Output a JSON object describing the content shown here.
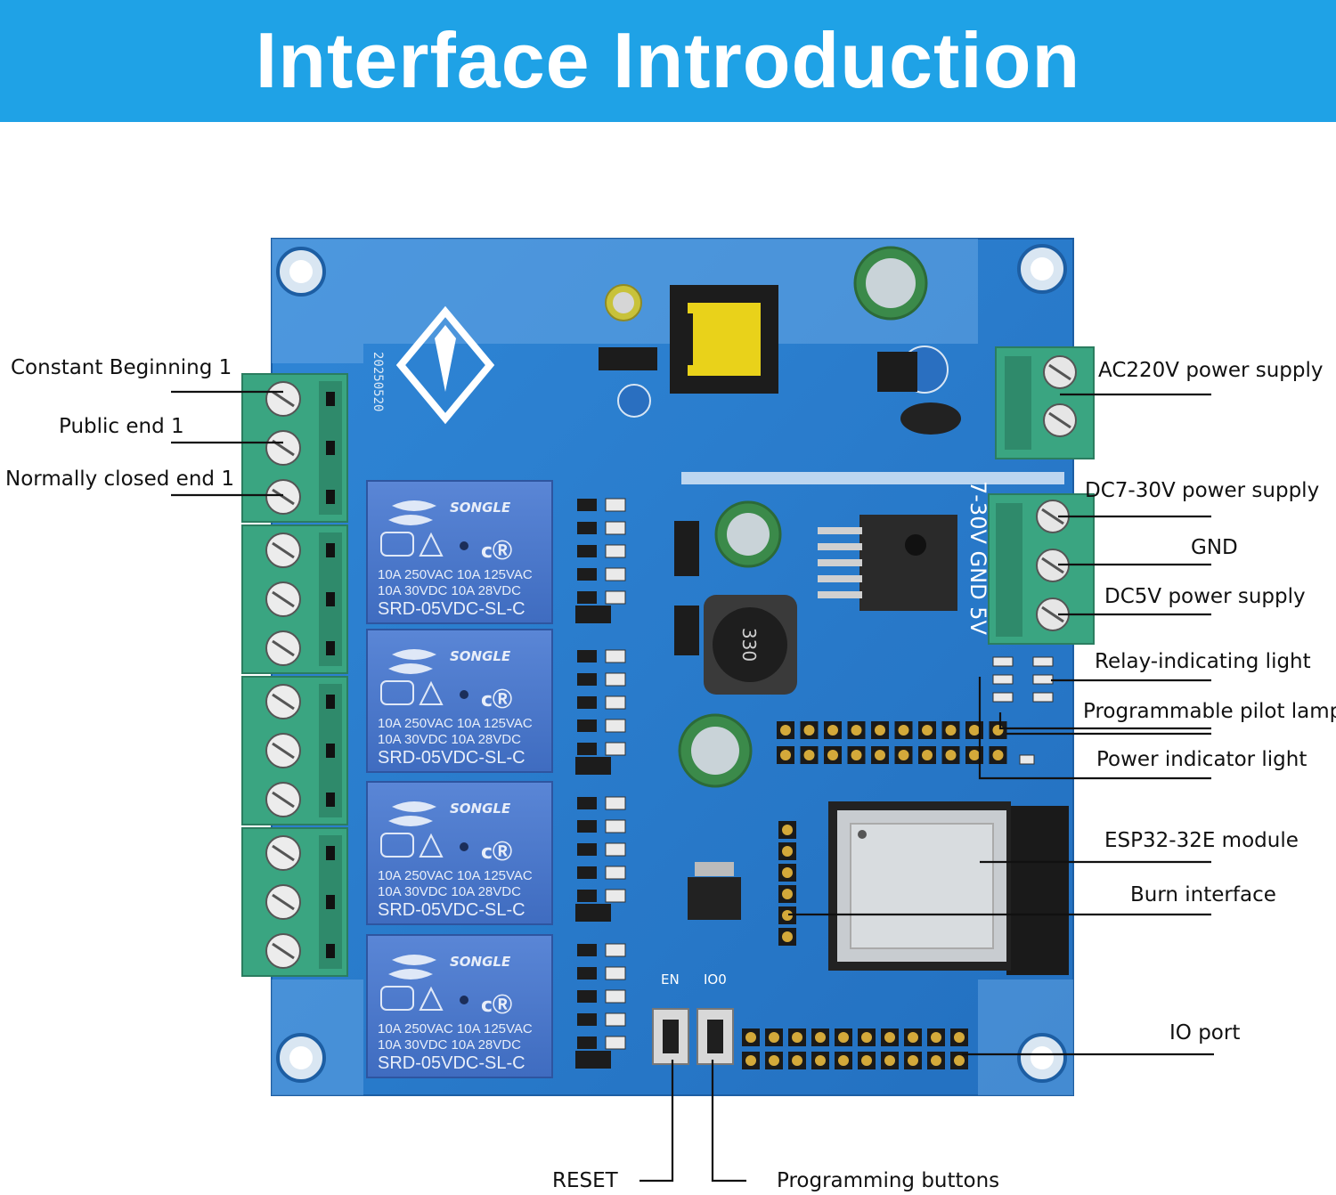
{
  "title": "Interface Introduction",
  "labels": {
    "constant_beginning": "Constant Beginning 1",
    "public_end": "Public end 1",
    "normally_closed": "Normally closed end 1",
    "ac220v": "AC220V power supply",
    "dc7_30v": "DC7-30V power supply",
    "gnd": "GND",
    "dc5v": "DC5V power supply",
    "relay_light": "Relay-indicating light",
    "pilot_lamp": "Programmable pilot lamp",
    "power_light": "Power indicator light",
    "esp32": "ESP32-32E module",
    "burn": "Burn interface",
    "io_port": "IO port",
    "reset": "RESET",
    "prog_buttons": "Programming buttons"
  },
  "relay": {
    "brand": "SONGLE",
    "rating1": "10A 250VAC 10A 125VAC",
    "rating2": "10A 30VDC 10A 28VDC",
    "model": "SRD-05VDC-SL-C"
  },
  "board": {
    "date_code": "20250520",
    "inductor": "330",
    "input_silk": "7-30V GND 5V",
    "button_en": "EN",
    "button_io0": "IO0"
  },
  "colors": {
    "banner": "#1fa2e6",
    "pcb": "#2b7fcf",
    "terminal": "#3aa581",
    "relay": "#4a78cc"
  }
}
